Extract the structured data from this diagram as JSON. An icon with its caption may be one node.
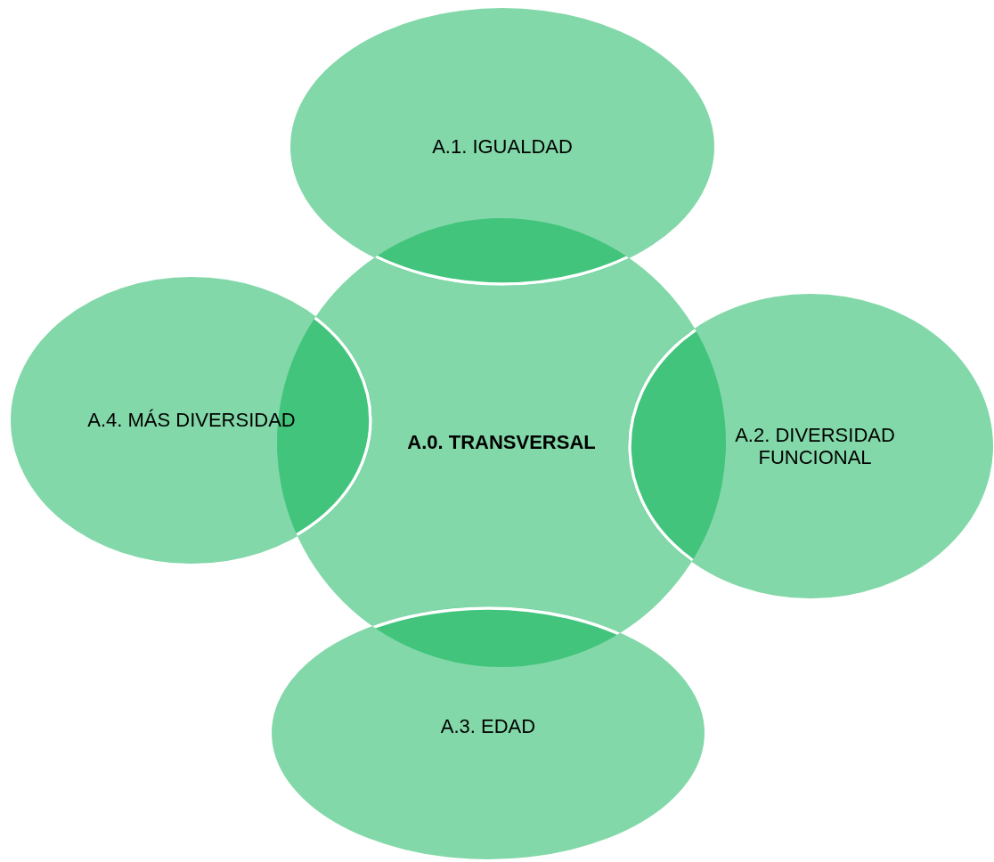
{
  "diagram": {
    "nodes": [
      {
        "text": [
          "A.1. IGUALDAD"
        ]
      },
      {
        "text": [
          "A.4. MÁS DIVERSIDAD"
        ]
      },
      {
        "text": [
          "A.0. TRANSVERSAL"
        ]
      },
      {
        "text": [
          "A.2. DIVERSIDAD FUNCIONAL"
        ]
      },
      {
        "text": [
          "A.3. EDAD"
        ]
      }
    ]
  }
}
